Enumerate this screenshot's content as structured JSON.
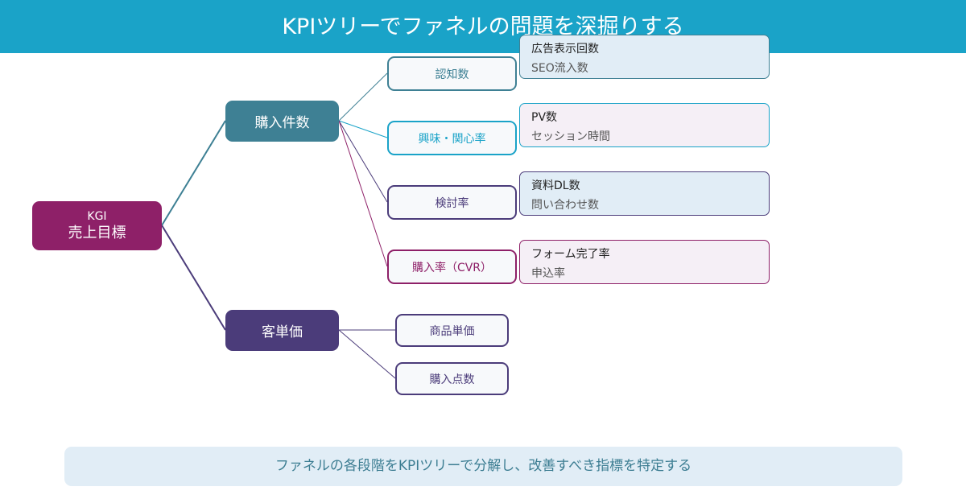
{
  "header": {
    "title": "KPIツリーでファネルの問題を深掘りする"
  },
  "kgi": {
    "label": "KGI",
    "title": "売上目標"
  },
  "branches": [
    {
      "label": "購入件数"
    },
    {
      "label": "客単価"
    }
  ],
  "purchase_children": [
    {
      "label": "認知数"
    },
    {
      "label": "興味・関心率"
    },
    {
      "label": "検討率"
    },
    {
      "label": "購入率（CVR）"
    }
  ],
  "price_children": [
    {
      "label": "商品単価"
    },
    {
      "label": "購入点数"
    }
  ],
  "details": [
    {
      "line1": "広告表示回数",
      "line2": "SEO流入数"
    },
    {
      "line1": "PV数",
      "line2": "セッション時間"
    },
    {
      "line1": "資料DL数",
      "line2": "問い合わせ数"
    },
    {
      "line1": "フォーム完了率",
      "line2": "申込率"
    }
  ],
  "footer": {
    "text": "ファネルの各段階をKPIツリーで分解し、改善すべき指標を特定する"
  },
  "colors": {
    "header": "#1aa3c8",
    "kgi": "#8e2068",
    "purchase": "#3e8094",
    "price": "#4b3c7a",
    "awareness": "#3e8094",
    "interest": "#1aa3c8",
    "consider": "#4b3c7a",
    "cvr": "#8e2068"
  }
}
